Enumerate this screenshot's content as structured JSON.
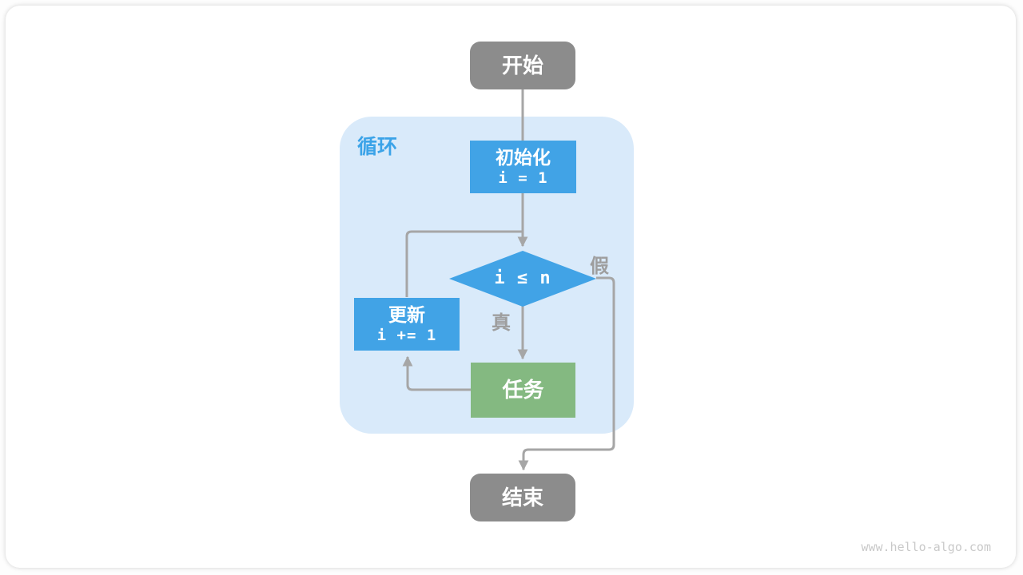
{
  "diagram": {
    "loop_label": "循环",
    "nodes": {
      "start": {
        "label": "开始"
      },
      "init": {
        "label": "初始化",
        "code": "i = 1"
      },
      "cond": {
        "code": "i ≤ n"
      },
      "update": {
        "label": "更新",
        "code": "i += 1"
      },
      "task": {
        "label": "任务"
      },
      "end": {
        "label": "结束"
      }
    },
    "edge_labels": {
      "true": "真",
      "false": "假"
    },
    "watermark": "www.hello-algo.com",
    "colors": {
      "node_blue": "#41a3e6",
      "node_green": "#84b981",
      "node_gray": "#8c8c8c",
      "loop_bg": "#d9eafa",
      "loop_label_blue": "#3ba3e8",
      "line_gray": "#a6a6a6",
      "label_gray": "#9e9e9e",
      "watermark_gray": "#c9c9c9"
    }
  }
}
